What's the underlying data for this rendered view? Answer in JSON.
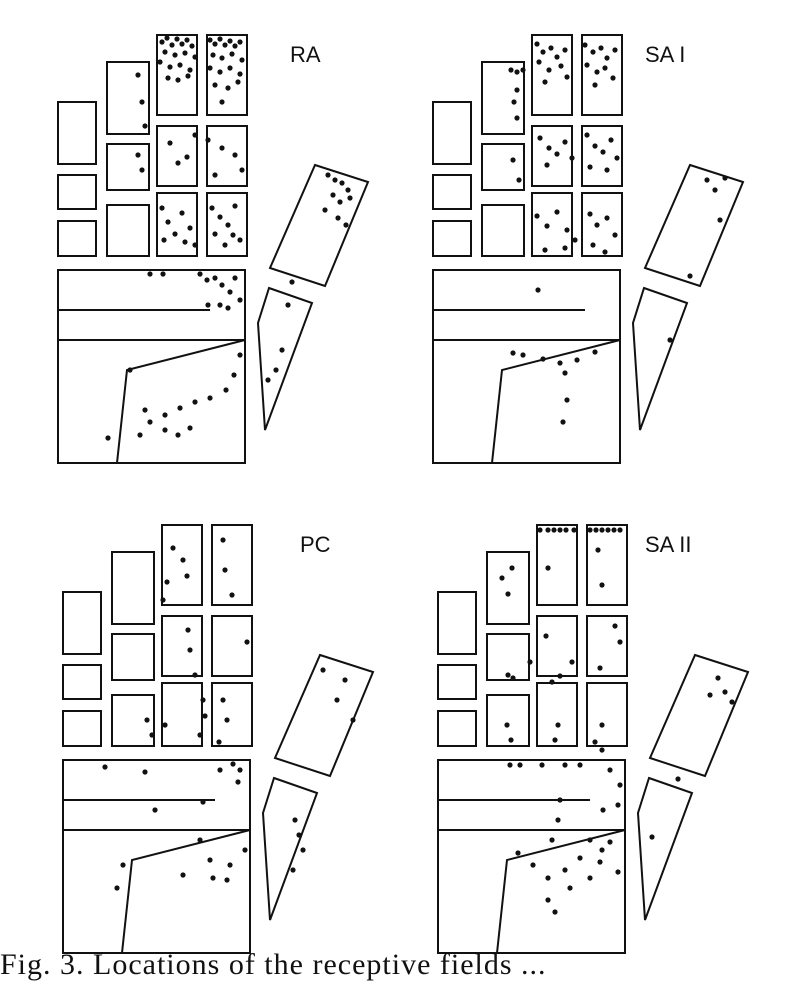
{
  "figure": {
    "panel_labels": [
      "RA",
      "SA I",
      "PC",
      "SA II"
    ],
    "caption_visible": "Fig. 3. Locations of the receptive fields ..."
  }
}
